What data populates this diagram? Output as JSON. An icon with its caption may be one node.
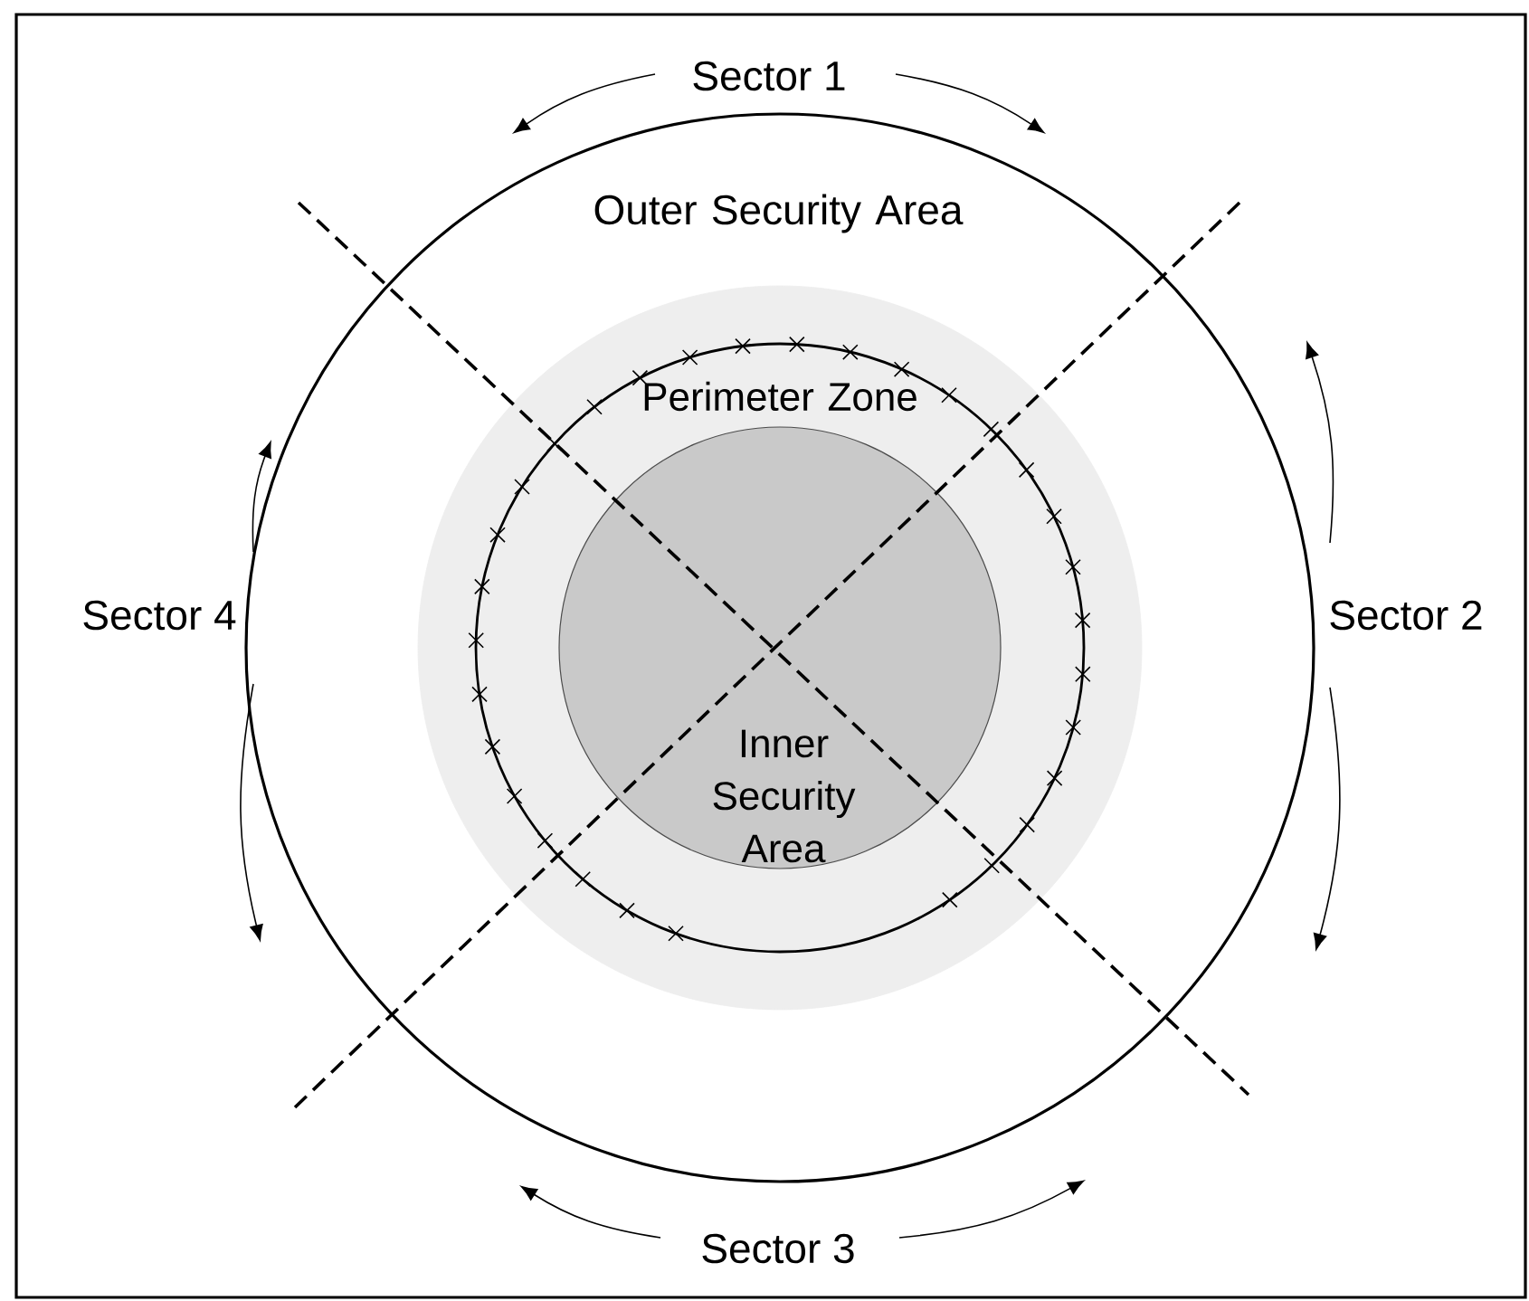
{
  "diagram": {
    "nodes": [
      {
        "text": [
          "Outer Security Area"
        ]
      },
      {
        "text": [
          "Perimeter Zone"
        ],
        "in": 0
      },
      {
        "text": [
          "Inner Security Area"
        ],
        "in": 1
      }
    ],
    "labels": [
      "Sector 1",
      "Sector 2",
      "Sector 3",
      "Sector 4"
    ]
  }
}
